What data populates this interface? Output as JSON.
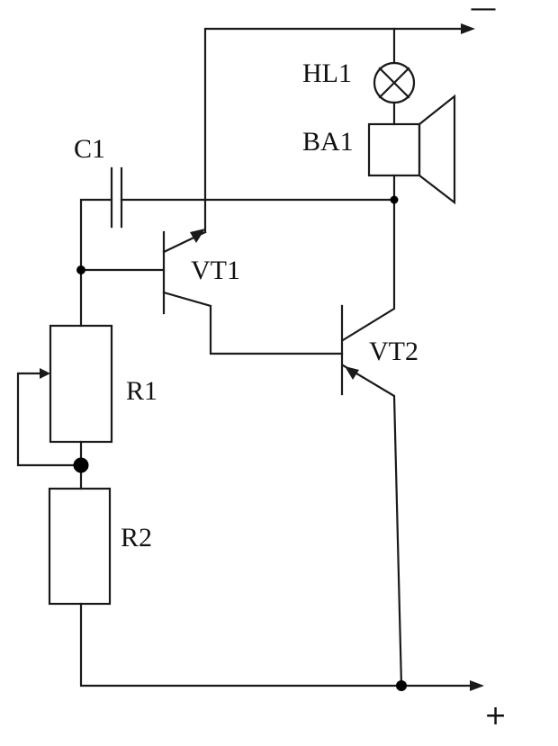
{
  "labels": {
    "hl1": "HL1",
    "ba1": "BA1",
    "c1": "C1",
    "vt1": "VT1",
    "vt2": "VT2",
    "r1": "R1",
    "r2": "R2"
  },
  "terminals": {
    "negative": "—",
    "positive": "+"
  },
  "colors": {
    "line": "#1a1a1a",
    "background": "#ffffff"
  }
}
